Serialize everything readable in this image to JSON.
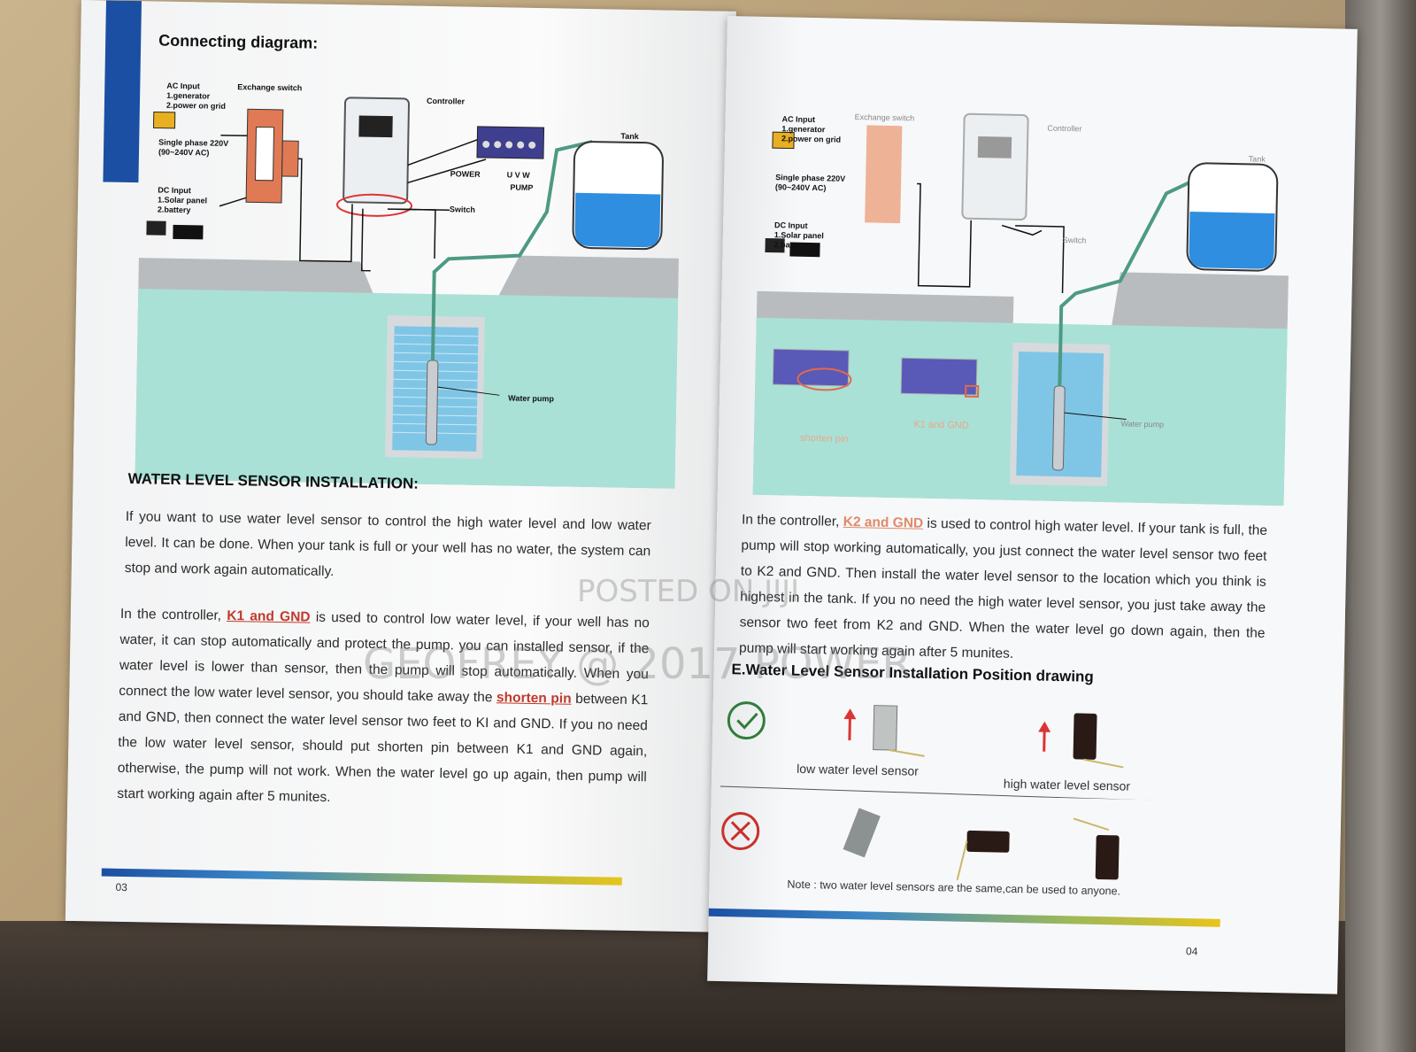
{
  "left_page": {
    "heading": "Connecting diagram:",
    "diagram": {
      "ac_input": [
        "AC Input",
        "1.generator",
        "2.power on grid"
      ],
      "exchange_switch": "Exchange switch",
      "single_phase": [
        "Single phase 220V",
        "(90~240V AC)"
      ],
      "dc_input": [
        "DC Input",
        "1.Solar panel",
        "2.battery"
      ],
      "controller": "Controller",
      "power": "POWER",
      "uvw": "U V W",
      "pump_terminal": "PUMP",
      "switch": "Switch",
      "tank": "Tank",
      "water_pump": "Water pump"
    },
    "section_title": "WATER LEVEL SENSOR INSTALLATION:",
    "para1": "If you want to use water level sensor to control the high water level and low water level. It can be done. When your tank is full or your well has no water, the system can stop and work again automatically.",
    "para2": {
      "before": "In the controller, ",
      "hl1": "K1 and GND",
      "mid1": " is used to control low water level, if your well has no water, it can stop automatically and protect the pump. you can installed sensor, if the water level is lower than sensor, then the pump will stop automatically. When you connect the low water level sensor, you should take away the ",
      "hl2": "shorten pin",
      "after": " between K1 and GND, then connect the water level sensor two feet to KI and GND. If you no need the low water level sensor, should put shorten pin between K1 and GND again, otherwise, the pump will not work. When the water level go up again, then pump will start working again after 5 munites."
    },
    "page_number": "03"
  },
  "right_page": {
    "diagram": {
      "ac_input": [
        "AC Input",
        "1.generator",
        "2.power on grid"
      ],
      "exchange_switch": "Exchange switch",
      "single_phase": [
        "Single phase 220V",
        "(90~240V AC)"
      ],
      "dc_input": [
        "DC Input",
        "1.Solar panel",
        "2.battery"
      ],
      "controller": "Controller",
      "switch": "Switch",
      "tank": "Tank",
      "water_pump": "Water pump",
      "shorten_pin": "shorten pin",
      "k1_gnd": "K1 and GND"
    },
    "para": {
      "before": "In the controller, ",
      "hl": "K2 and GND",
      "after": " is used to control high water level. If your tank is full, the pump will stop working automatically, you just connect the water level sensor two feet to K2 and GND. Then install the water level sensor to the location which you think is highest in the tank. If you no need the high water level sensor, you just take away the sensor two feet from K2 and GND. When the water level go down again, then the pump will start working again after 5 munites."
    },
    "section_title": "E.Water Level Sensor Installation Position drawing",
    "low_sensor": "low water level sensor",
    "high_sensor": "high water level sensor",
    "note": "Note : two water level sensors are the same,can be used to anyone.",
    "page_number": "04"
  },
  "watermark": {
    "line1": "POSTED ON JIJI",
    "line2": "GEOFREY @ 2017 POWER"
  },
  "colors": {
    "brand_blue": "#1b4fa3",
    "highlight_red": "#c0392b",
    "water_teal": "#a8e0d6",
    "tank_blue": "#2f8ee0",
    "check_green": "#2f7d3a",
    "cross_red": "#c9302c"
  }
}
